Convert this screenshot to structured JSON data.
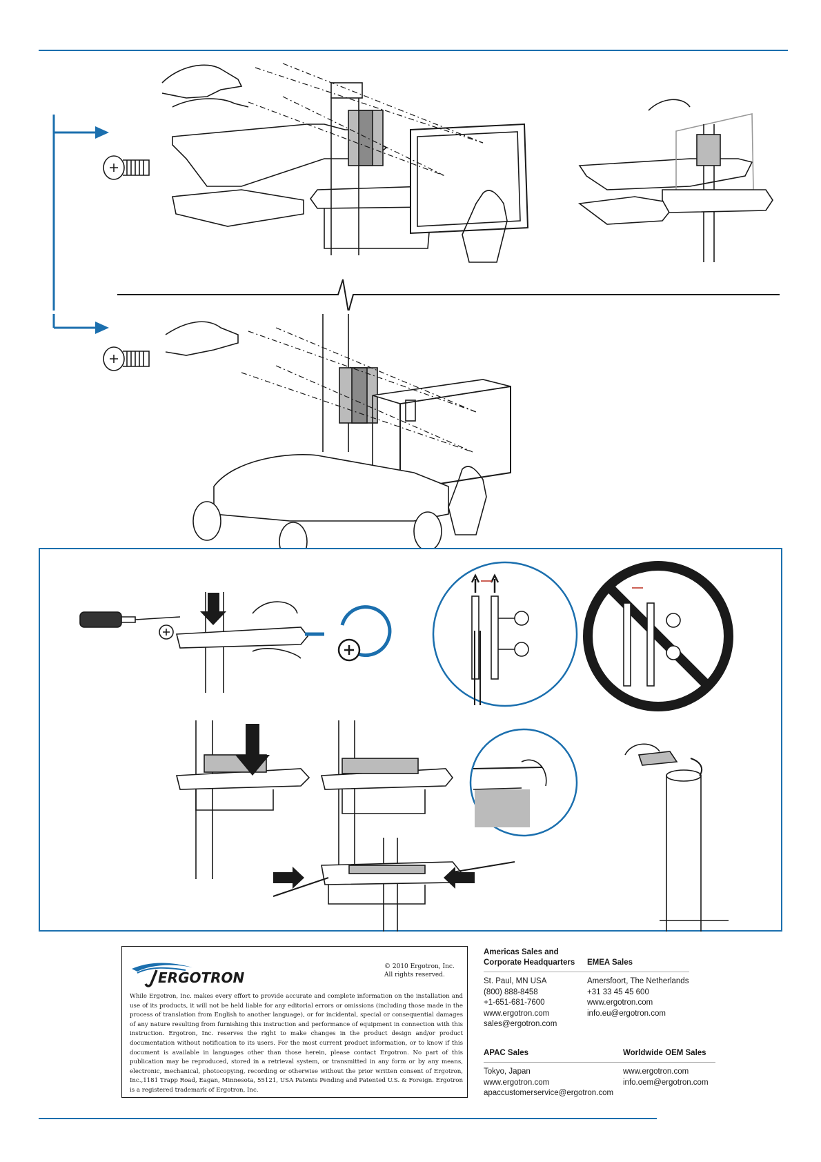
{
  "brand": {
    "logo_text": "ERGOTRON",
    "accent_color": "#1b6fae"
  },
  "legal": {
    "copyright_line1": "© 2010 Ergotron, Inc.",
    "copyright_line2": "All rights reserved.",
    "disclaimer": "While Ergotron, Inc. makes every effort to provide accurate and complete information on the installation and use of its products, it will not be held liable for any editorial errors or omissions (including those made in the process of translation from English to another language), or for incidental, special or consequential damages of any nature resulting from furnishing this instruction and performance of equipment in connection with this instruction. Ergotron, Inc. reserves the right to make changes in the product design and/or product documentation without notification to its users. For the most current product information, or to know if this document is available in languages other than those herein, please contact Ergotron. No part of this publication may be reproduced, stored in a retrieval system, or transmitted in any form or by any means, electronic, mechanical, photocopying, recording or otherwise without the prior written consent of Ergotron, Inc.,1181 Trapp Road, Eagan, Minnesota, 55121, USA Patents Pending and Patented U.S. & Foreign. Ergotron is a registered trademark of Ergotron, Inc."
  },
  "contacts": {
    "americas": {
      "heading_line1": "Americas Sales and",
      "heading_line2": "Corporate Headquarters",
      "lines": [
        "St. Paul, MN USA",
        "(800) 888-8458",
        "+1-651-681-7600",
        "www.ergotron.com",
        "sales@ergotron.com"
      ]
    },
    "emea": {
      "heading": "EMEA Sales",
      "lines": [
        "Amersfoort, The Netherlands",
        "+31 33 45 45 600",
        "www.ergotron.com",
        "info.eu@ergotron.com"
      ]
    },
    "apac": {
      "heading": "APAC Sales",
      "lines": [
        "Tokyo, Japan",
        "www.ergotron.com",
        "apaccustomerservice@ergotron.com"
      ]
    },
    "oem": {
      "heading": "Worldwide OEM Sales",
      "lines": [
        "www.ergotron.com",
        "info.oem@ergotron.com"
      ]
    }
  }
}
